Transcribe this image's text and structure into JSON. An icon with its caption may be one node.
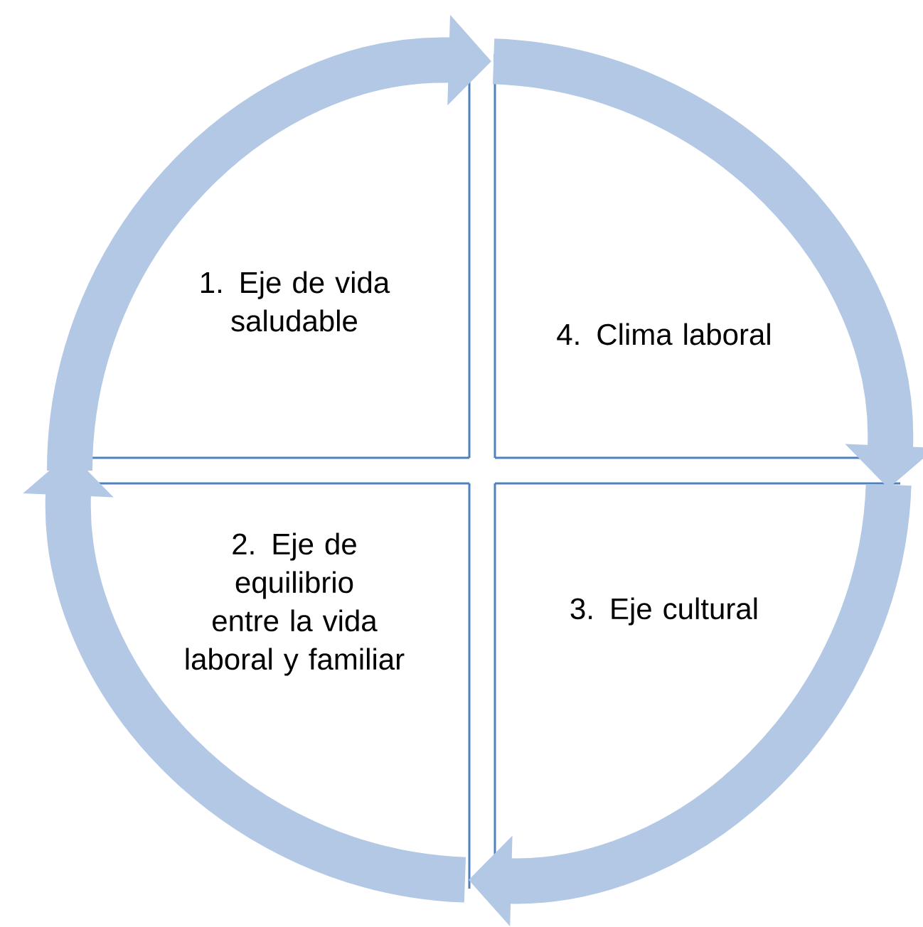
{
  "diagram": {
    "nodes": [
      {
        "text": [
          "1. Eje de vida saludable"
        ]
      },
      {
        "text": [
          "4. Clima laboral"
        ]
      },
      {
        "text": [
          "2. Eje de equilibrio entre la vida laboral y familiar"
        ]
      },
      {
        "text": [
          "3. Eje cultural"
        ]
      }
    ],
    "edges": [
      {
        "from": 0,
        "to": 1,
        "arrow": "to"
      },
      {
        "from": 1,
        "to": 3,
        "arrow": "to"
      },
      {
        "from": 3,
        "to": 2,
        "arrow": "to"
      },
      {
        "from": 2,
        "to": 0,
        "arrow": "to"
      }
    ]
  }
}
